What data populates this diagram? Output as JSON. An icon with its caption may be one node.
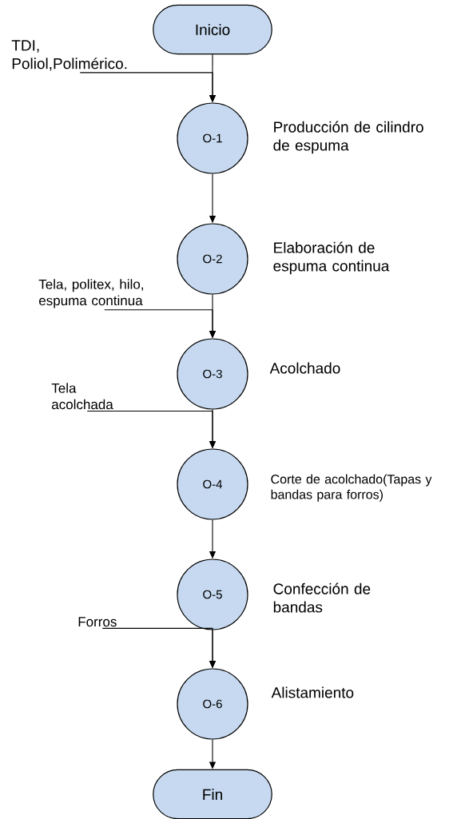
{
  "diagram": {
    "nodes": [
      {
        "text": [
          "Inicio"
        ]
      },
      {
        "text": [
          "O-1"
        ],
        "beside": [
          "Producción de cilindro de espuma"
        ]
      },
      {
        "text": [
          "O-2"
        ],
        "beside": [
          "Elaboración de espuma continua"
        ]
      },
      {
        "text": [
          "O-3"
        ],
        "beside": [
          "Acolchado"
        ]
      },
      {
        "text": [
          "O-4"
        ],
        "beside": [
          "Corte de acolchado(Tapas y bandas para forros)"
        ]
      },
      {
        "text": [
          "O-5"
        ],
        "beside": [
          "Confección de bandas"
        ]
      },
      {
        "text": [
          "O-6"
        ],
        "beside": [
          "Alistamiento"
        ]
      },
      {
        "text": [
          "Fin"
        ]
      },
      {
        "text": [
          "TDI, Poliol,Polimérico."
        ]
      },
      {
        "text": [
          "Tela, politex, hilo, espuma continua"
        ]
      },
      {
        "text": [
          "Tela acolchada"
        ]
      },
      {
        "text": [
          "Forros"
        ]
      }
    ],
    "edges": [
      {
        "from": 0,
        "to": 1,
        "arrow": "to"
      },
      {
        "from": 1,
        "to": 2,
        "arrow": "to"
      },
      {
        "from": 2,
        "to": 3,
        "arrow": "to"
      },
      {
        "from": 3,
        "to": 4,
        "arrow": "to"
      },
      {
        "from": 4,
        "to": 5,
        "arrow": "to"
      },
      {
        "from": 5,
        "to": 6,
        "arrow": "to"
      },
      {
        "from": 6,
        "to": 7,
        "arrow": "to"
      },
      {
        "from": 8,
        "to": 1,
        "arrow": "to"
      },
      {
        "from": 9,
        "to": 3,
        "arrow": "to"
      },
      {
        "from": 10,
        "to": 4,
        "arrow": "to"
      },
      {
        "from": 11,
        "to": 6,
        "arrow": "to"
      }
    ]
  }
}
